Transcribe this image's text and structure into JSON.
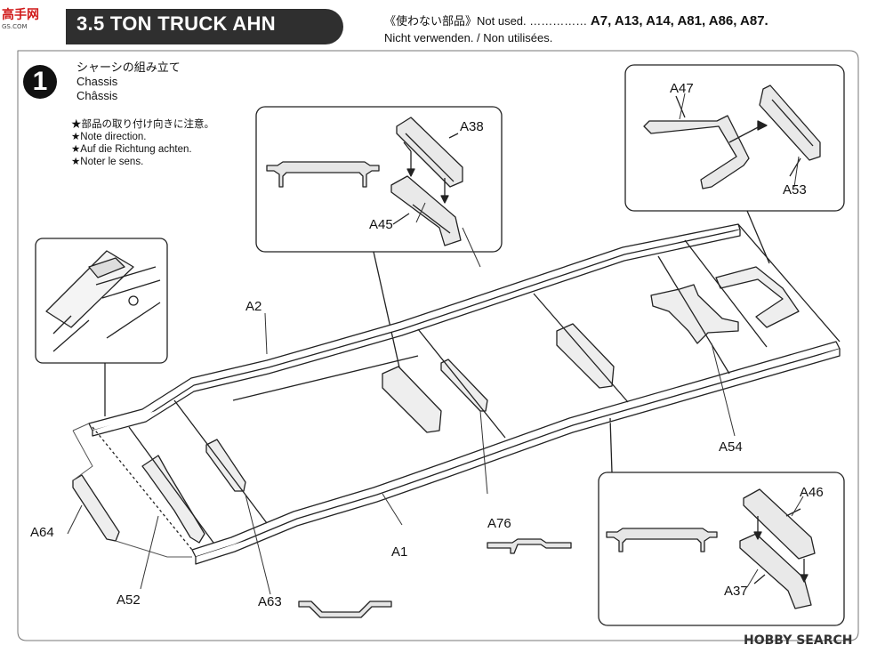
{
  "logo": {
    "text": "高手网",
    "sub": "GS.COM"
  },
  "header": {
    "title": "3.5 TON TRUCK AHN"
  },
  "not_used": {
    "jp": "《使わない部品》Not used.",
    "dots": "……………",
    "parts": "A7, A13, A14, A81, A86, A87.",
    "de_fr": "Nicht verwenden. / Non utilisées."
  },
  "step": {
    "number": "1",
    "jp": "シャーシの組み立て",
    "en": "Chassis",
    "fr": "Châssis"
  },
  "notes": [
    "★部品の取り付け向きに注意。",
    "★Note direction.",
    "★Auf die Richtung achten.",
    "★Noter le sens."
  ],
  "labels": {
    "A1": "A1",
    "A2": "A2",
    "A37": "A37",
    "A38": "A38",
    "A45": "A45",
    "A46": "A46",
    "A47": "A47",
    "A52": "A52",
    "A53": "A53",
    "A54": "A54",
    "A63": "A63",
    "A64": "A64",
    "A76": "A76"
  },
  "watermark": "HOBBY SEARCH"
}
